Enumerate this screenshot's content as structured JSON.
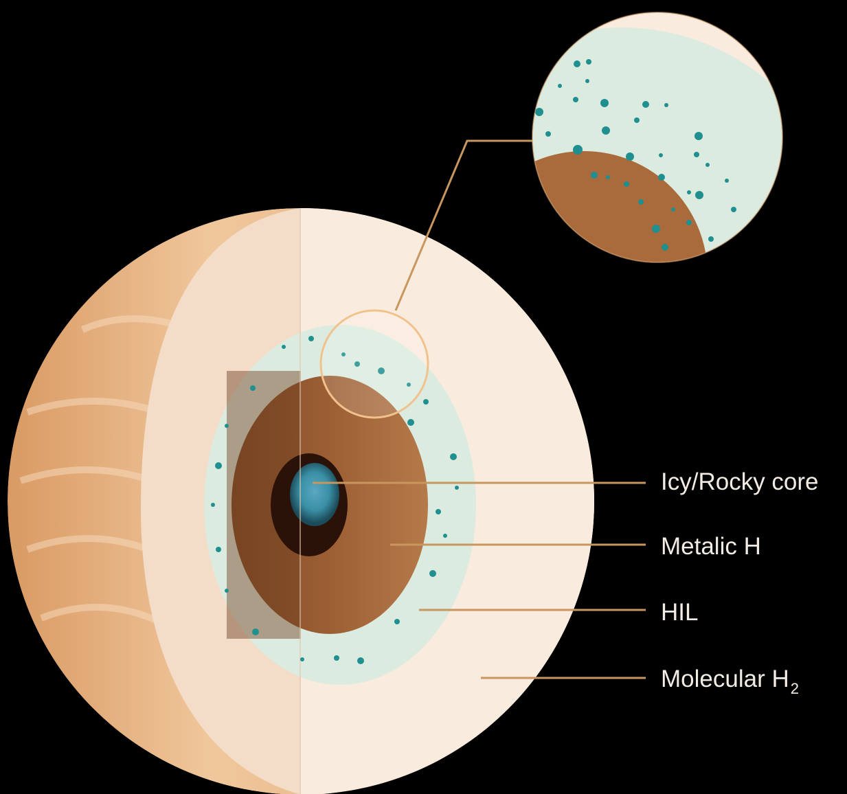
{
  "diagram": {
    "background_color": "#000000",
    "layers": [
      {
        "id": "core",
        "label": "Icy/Rocky core",
        "color": "#3a8fa5"
      },
      {
        "id": "metallic",
        "label": "Metalic H",
        "color": "#a96a3c"
      },
      {
        "id": "hil",
        "label": "HIL",
        "color": "#d9ece0"
      },
      {
        "id": "molecular",
        "label": "Molecular H",
        "subscript": "2",
        "color": "#f6e6d7"
      }
    ],
    "colors": {
      "surface": "#e9b88a",
      "leader_line": "#c8975f",
      "droplet": "#1f8f8f",
      "text": "#f2ece4"
    }
  }
}
